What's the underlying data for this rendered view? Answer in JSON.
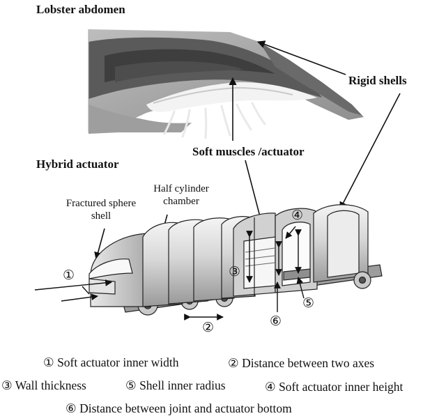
{
  "labels": {
    "title_top": "Lobster abdomen",
    "title_bottom": "Hybrid actuator",
    "rigid_shells": "Rigid shells",
    "soft_muscles": "Soft muscles /actuator",
    "fractured_sphere_line1": "Fractured sphere",
    "fractured_sphere_line2": "shell",
    "half_cylinder_line1": "Half cylinder",
    "half_cylinder_line2": "chamber"
  },
  "markers": {
    "m1": "①",
    "m2": "②",
    "m3": "③",
    "m4": "④",
    "m5": "⑤",
    "m6": "⑥"
  },
  "legend": {
    "row1_a": "① Soft actuator inner width",
    "row1_b": "② Distance between two axes",
    "row2_a": "③ Wall thickness",
    "row2_b": "⑤ Shell inner radius",
    "row2_c": "④ Soft actuator inner height",
    "row3": "⑥ Distance between joint and actuator bottom"
  }
}
